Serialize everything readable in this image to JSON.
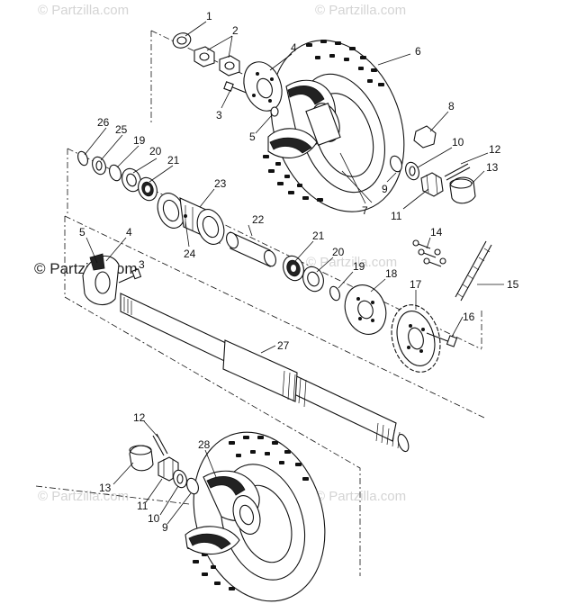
{
  "watermarks": {
    "brand": "© Partzilla.com"
  },
  "callouts": [
    {
      "id": "c1",
      "label": "1"
    },
    {
      "id": "c2",
      "label": "2"
    },
    {
      "id": "c3a",
      "label": "3"
    },
    {
      "id": "c4a",
      "label": "4"
    },
    {
      "id": "c5a",
      "label": "5"
    },
    {
      "id": "c6",
      "label": "6"
    },
    {
      "id": "c7",
      "label": "7"
    },
    {
      "id": "c8",
      "label": "8"
    },
    {
      "id": "c9a",
      "label": "9"
    },
    {
      "id": "c10a",
      "label": "10"
    },
    {
      "id": "c11a",
      "label": "11"
    },
    {
      "id": "c12a",
      "label": "12"
    },
    {
      "id": "c13a",
      "label": "13"
    },
    {
      "id": "c26",
      "label": "26"
    },
    {
      "id": "c25",
      "label": "25"
    },
    {
      "id": "c19a",
      "label": "19"
    },
    {
      "id": "c20a",
      "label": "20"
    },
    {
      "id": "c21a",
      "label": "21"
    },
    {
      "id": "c23",
      "label": "23"
    },
    {
      "id": "c22",
      "label": "22"
    },
    {
      "id": "c24",
      "label": "24"
    },
    {
      "id": "c5b",
      "label": "5"
    },
    {
      "id": "c4b",
      "label": "4"
    },
    {
      "id": "c3b",
      "label": "3"
    },
    {
      "id": "c21b",
      "label": "21"
    },
    {
      "id": "c20b",
      "label": "20"
    },
    {
      "id": "c19b",
      "label": "19"
    },
    {
      "id": "c18",
      "label": "18"
    },
    {
      "id": "c17",
      "label": "17"
    },
    {
      "id": "c14",
      "label": "14"
    },
    {
      "id": "c15",
      "label": "15"
    },
    {
      "id": "c16",
      "label": "16"
    },
    {
      "id": "c27",
      "label": "27"
    },
    {
      "id": "c12b",
      "label": "12"
    },
    {
      "id": "c28",
      "label": "28"
    },
    {
      "id": "c13b",
      "label": "13"
    },
    {
      "id": "c11b",
      "label": "11"
    },
    {
      "id": "c10b",
      "label": "10"
    },
    {
      "id": "c9b",
      "label": "9"
    }
  ]
}
